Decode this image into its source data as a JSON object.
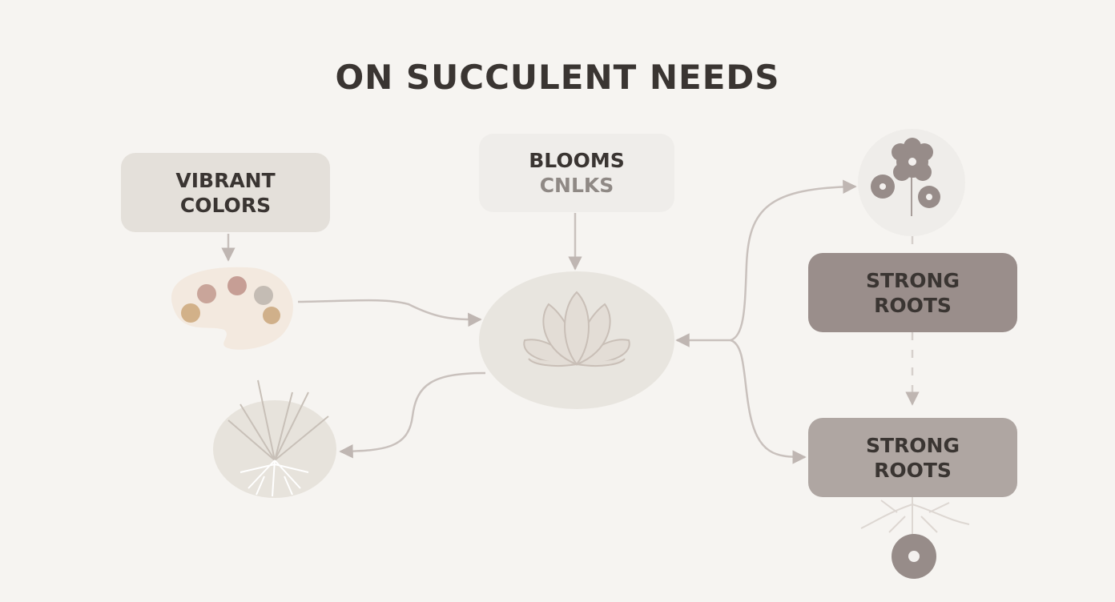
{
  "title": "ON SUCCULENT NEEDS",
  "nodes": {
    "vibrant": {
      "line1": "VIBRANT",
      "line2": "COLORS"
    },
    "blooms": {
      "line1": "BLOOMS",
      "line2": "CNLKS"
    },
    "roots1": {
      "line1": "STRONG",
      "line2": "ROOTS"
    },
    "roots2": {
      "line1": "STRONG",
      "line2": "ROOTS"
    }
  },
  "colors": {
    "background": "#f6f4f1",
    "text": "#3a3532",
    "connector": "#bfb6b2",
    "roots1": "#9a8e8b",
    "roots2": "#afa6a2"
  }
}
